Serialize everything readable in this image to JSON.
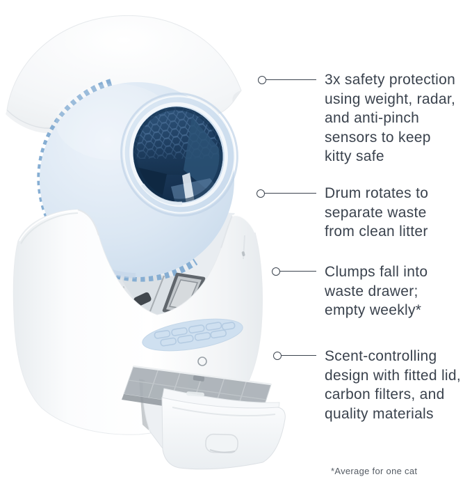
{
  "theme": {
    "bg": "#ffffff",
    "text": "#3a424d",
    "line": "#3b434e",
    "muted": "#545b63",
    "drum": "#d7e4f2",
    "teeth": "#86aed3",
    "interior": "#1d3c5e",
    "pad": "#cfe0f0"
  },
  "callouts": [
    {
      "id": "safety",
      "lines": [
        "3x safety protection",
        "using weight, radar,",
        "and anti-pinch",
        "sensors to keep",
        "kitty safe"
      ]
    },
    {
      "id": "drum",
      "lines": [
        "Drum rotates to",
        "separate waste",
        "from clean litter"
      ]
    },
    {
      "id": "drawer",
      "lines": [
        "Clumps fall into",
        "waste drawer;",
        "empty weekly*"
      ]
    },
    {
      "id": "scent",
      "lines": [
        "Scent-controlling",
        "design with fitted lid,",
        "carbon filters, and",
        "quality materials"
      ]
    }
  ],
  "footnote": "*Average for one cat"
}
